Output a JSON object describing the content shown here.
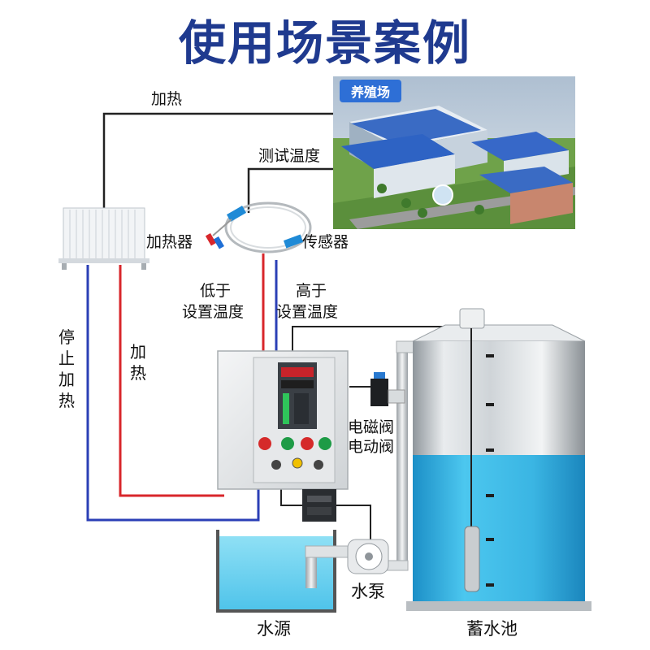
{
  "title": "使用场景案例",
  "photo": {
    "tag": "养殖场"
  },
  "labels": {
    "heating_top": "加热",
    "test_temp": "测试温度",
    "heater": "加热器",
    "sensor": "传感器",
    "below_line1": "低于",
    "below_line2": "设置温度",
    "above_line1": "高于",
    "above_line2": "设置温度",
    "stop_heating": [
      "停",
      "止",
      "加",
      "热"
    ],
    "heating_vertical": [
      "加",
      "热"
    ],
    "valve_line1": "电磁阀",
    "valve_line2": "电动阀",
    "pump": "水泵",
    "water_source": "水源",
    "reservoir": "蓄水池"
  },
  "colors": {
    "title": "#1f3a8f",
    "hot_wire": "#d8262b",
    "cold_wire": "#2b3fb6",
    "signal_wire": "#222222",
    "water": "#3fb8e6",
    "tag_bg": "#2e6fd6"
  }
}
